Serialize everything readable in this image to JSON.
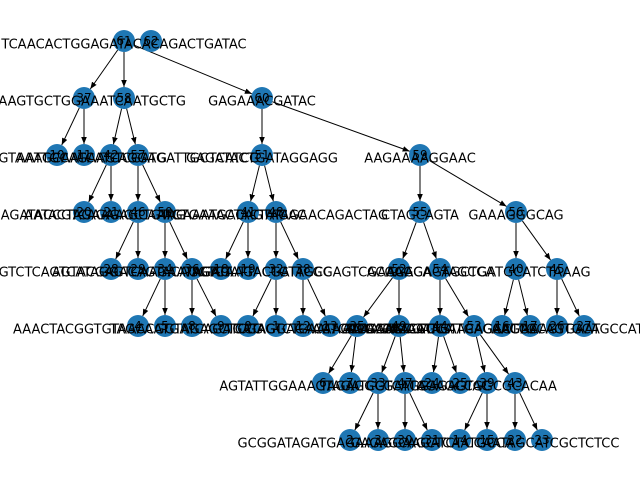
{
  "graph": {
    "nodes": [
      {
        "id": "61",
        "seq": "TCAACACTGGAGATACACAGACTGATAC"
      },
      {
        "id": "62",
        "seq": ""
      },
      {
        "id": "37",
        "seq": "TCAAGTGCTGGAAATCAATGCTG"
      },
      {
        "id": "58",
        "seq": ""
      },
      {
        "id": "60",
        "seq": "GAGAAACGATAC"
      },
      {
        "id": "10",
        "seq": "GATACAGTAAATGCAGAAGTCGATG"
      },
      {
        "id": "11",
        "seq": ""
      },
      {
        "id": "42",
        "seq": ""
      },
      {
        "id": "57",
        "seq": "AATGCAATCATCAGGAGATTGCTCATCG"
      },
      {
        "id": "51",
        "seq": "GAGATACTGATAGGAGG"
      },
      {
        "id": "59",
        "seq": "AAGAAAAGGAAC"
      },
      {
        "id": "20",
        "seq": "AGAGATACCGTCAGAAGCTGTAG"
      },
      {
        "id": "21",
        "seq": ""
      },
      {
        "id": "46",
        "seq": ""
      },
      {
        "id": "50",
        "seq": "AATACTAGAAGAGCAATCTGAAGACAGTAGAC"
      },
      {
        "id": "41",
        "seq": ""
      },
      {
        "id": "48",
        "seq": "AGAAATACTACTATAGAACAGACTAG"
      },
      {
        "id": "55",
        "seq": "CTAGCAGTA"
      },
      {
        "id": "56",
        "seq": "GAAAGGGCAG"
      },
      {
        "id": "28",
        "seq": "AGTCTCAGTCATAGGACAGTACAGGTCT"
      },
      {
        "id": "29",
        "seq": ""
      },
      {
        "id": "34",
        "seq": ""
      },
      {
        "id": "36",
        "seq": "AGTACGAGTCAAGAATAGATAAGACTGTAGCC"
      },
      {
        "id": "18",
        "seq": ""
      },
      {
        "id": "19",
        "seq": ""
      },
      {
        "id": "32",
        "seq": ""
      },
      {
        "id": "38",
        "seq": "AGAGATTACGATTCGGAGTCGAACA"
      },
      {
        "id": "52",
        "seq": "ACGAGCA"
      },
      {
        "id": "54",
        "seq": "AGAGAGTAGCCA"
      },
      {
        "id": "40",
        "seq": "AGCTGATGCATCTAAAG"
      },
      {
        "id": "45",
        "seq": ""
      },
      {
        "id": "4",
        "seq": "AAACTACGGTGTAAACGGTAGAGCTCCG"
      },
      {
        "id": "5",
        "seq": ""
      },
      {
        "id": "8",
        "seq": ""
      },
      {
        "id": "9",
        "seq": "TAGCAATGATCAGATCGAGTCTCAAT"
      },
      {
        "id": "0",
        "seq": ""
      },
      {
        "id": "1",
        "seq": ""
      },
      {
        "id": "12",
        "seq": ""
      },
      {
        "id": "13",
        "seq": "TGATAGGAGACAAGTCAGATACTG"
      },
      {
        "id": "35",
        "seq": "ACTGACGATG"
      },
      {
        "id": "49",
        "seq": "AGGAGATAGCCA"
      },
      {
        "id": "44",
        "seq": "AAAAGACGATAGTACAGACTGC"
      },
      {
        "id": "53",
        "seq": "CTGCAGCGATGATGAGCAGAAAGTGAAT"
      },
      {
        "id": "16",
        "seq": ""
      },
      {
        "id": "17",
        "seq": ""
      },
      {
        "id": "26",
        "seq": ""
      },
      {
        "id": "27",
        "seq": "AACTGCAGTGCAGCCATAGTA"
      },
      {
        "id": "6",
        "seq": "AGTATTGGAAAGTAGATCGTCATG"
      },
      {
        "id": "7",
        "seq": ""
      },
      {
        "id": "33",
        "seq": ""
      },
      {
        "id": "47",
        "seq": "TAGAGGCGATGCAGAGTAC"
      },
      {
        "id": "24",
        "seq": ""
      },
      {
        "id": "25",
        "seq": ""
      },
      {
        "id": "39",
        "seq": "AGAGCCGGCGCACAA"
      },
      {
        "id": "43",
        "seq": ""
      },
      {
        "id": "2",
        "seq": "GCGGATAGATGAGAAAGGAAGATCT"
      },
      {
        "id": "3",
        "seq": ""
      },
      {
        "id": "30",
        "seq": ""
      },
      {
        "id": "31",
        "seq": "GAGAGCAGCTCAATGCCA"
      },
      {
        "id": "14",
        "seq": ""
      },
      {
        "id": "15",
        "seq": ""
      },
      {
        "id": "22",
        "seq": ""
      },
      {
        "id": "23",
        "seq": "CCAATAGCATCGCTCTCC"
      }
    ],
    "edges": [
      [
        "61",
        "37"
      ],
      [
        "61",
        "58"
      ],
      [
        "61",
        "60"
      ],
      [
        "37",
        "10"
      ],
      [
        "37",
        "11"
      ],
      [
        "58",
        "42"
      ],
      [
        "58",
        "57"
      ],
      [
        "60",
        "51"
      ],
      [
        "60",
        "59"
      ],
      [
        "42",
        "20"
      ],
      [
        "42",
        "21"
      ],
      [
        "57",
        "46"
      ],
      [
        "57",
        "50"
      ],
      [
        "51",
        "41"
      ],
      [
        "51",
        "48"
      ],
      [
        "59",
        "55"
      ],
      [
        "59",
        "56"
      ],
      [
        "46",
        "28"
      ],
      [
        "46",
        "29"
      ],
      [
        "50",
        "34"
      ],
      [
        "50",
        "36"
      ],
      [
        "41",
        "18"
      ],
      [
        "41",
        "19"
      ],
      [
        "48",
        "32"
      ],
      [
        "48",
        "38"
      ],
      [
        "55",
        "52"
      ],
      [
        "55",
        "54"
      ],
      [
        "56",
        "40"
      ],
      [
        "56",
        "45"
      ],
      [
        "34",
        "4"
      ],
      [
        "34",
        "5"
      ],
      [
        "36",
        "8"
      ],
      [
        "36",
        "9"
      ],
      [
        "32",
        "0"
      ],
      [
        "32",
        "1"
      ],
      [
        "38",
        "12"
      ],
      [
        "38",
        "13"
      ],
      [
        "52",
        "35"
      ],
      [
        "52",
        "49"
      ],
      [
        "54",
        "44"
      ],
      [
        "54",
        "53"
      ],
      [
        "40",
        "16"
      ],
      [
        "40",
        "17"
      ],
      [
        "45",
        "26"
      ],
      [
        "45",
        "27"
      ],
      [
        "35",
        "6"
      ],
      [
        "35",
        "7"
      ],
      [
        "49",
        "33"
      ],
      [
        "49",
        "47"
      ],
      [
        "44",
        "24"
      ],
      [
        "44",
        "25"
      ],
      [
        "53",
        "39"
      ],
      [
        "53",
        "43"
      ],
      [
        "33",
        "2"
      ],
      [
        "33",
        "3"
      ],
      [
        "47",
        "30"
      ],
      [
        "47",
        "31"
      ],
      [
        "39",
        "14"
      ],
      [
        "39",
        "15"
      ],
      [
        "43",
        "22"
      ],
      [
        "43",
        "23"
      ]
    ]
  },
  "colors": {
    "node_fill": "#1f77b4",
    "edge": "#000000",
    "text": "#000000",
    "background": "#ffffff"
  }
}
